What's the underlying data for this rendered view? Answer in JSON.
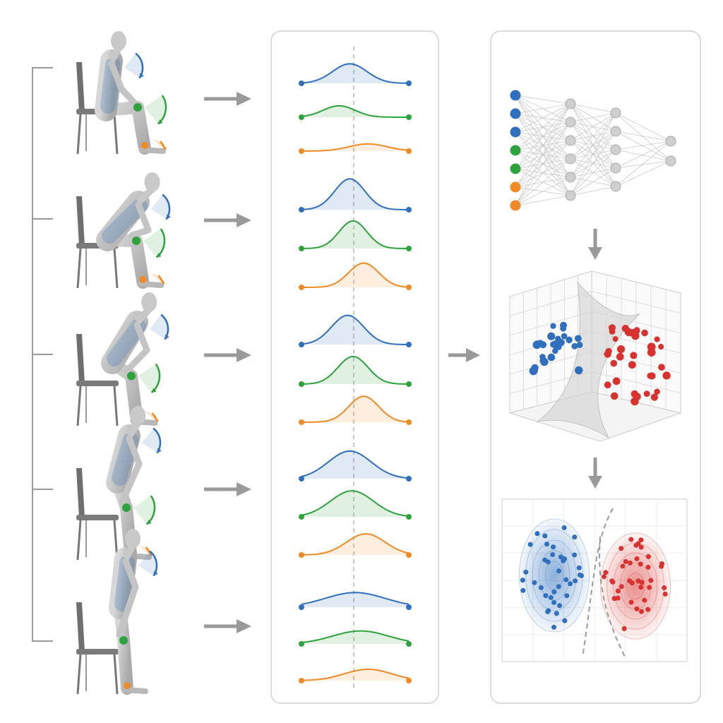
{
  "colors": {
    "blue": "#2f6fbd",
    "green": "#2ea23c",
    "orange": "#f08a24",
    "red": "#d8322f",
    "arrow_gray": "#9a9a9a",
    "panel_border": "#d0d0d0",
    "body_gray": "#bdbdbd",
    "node_gray": "#cfcfcf"
  },
  "icons": {
    "stage_figure": "seated-to-standing-person-icon",
    "chair": "chair-icon",
    "joint_angle_arc": "curved-arrow-icon",
    "flow_arrow": "right-arrow-icon",
    "down_arrow": "down-arrow-icon",
    "network": "neural-network-icon",
    "scatter_3d": "3d-scatter-plot-icon",
    "cluster_plot": "2d-cluster-plot-icon"
  },
  "sit_to_stand_stages": [
    {
      "stage": 1,
      "posture": "seated",
      "joints_highlighted": [
        "trunk",
        "knee",
        "ankle"
      ]
    },
    {
      "stage": 2,
      "posture": "forward-lean",
      "joints_highlighted": [
        "trunk",
        "knee",
        "ankle"
      ]
    },
    {
      "stage": 3,
      "posture": "lift-off",
      "joints_highlighted": [
        "trunk",
        "knee",
        "ankle"
      ]
    },
    {
      "stage": 4,
      "posture": "extension",
      "joints_highlighted": [
        "trunk",
        "knee",
        "ankle"
      ]
    },
    {
      "stage": 5,
      "posture": "standing",
      "joints_highlighted": [
        "trunk"
      ]
    }
  ],
  "distribution_groups": [
    {
      "curves": [
        {
          "series": "blue",
          "amplitude": 0.6,
          "center": 0.45,
          "width": 0.16
        },
        {
          "series": "green",
          "amplitude": 0.35,
          "center": 0.35,
          "width": 0.15
        },
        {
          "series": "orange",
          "amplitude": 0.22,
          "center": 0.62,
          "width": 0.18
        }
      ]
    },
    {
      "curves": [
        {
          "series": "blue",
          "amplitude": 0.95,
          "center": 0.45,
          "width": 0.14
        },
        {
          "series": "green",
          "amplitude": 0.85,
          "center": 0.48,
          "width": 0.13
        },
        {
          "series": "orange",
          "amplitude": 0.75,
          "center": 0.58,
          "width": 0.14
        }
      ]
    },
    {
      "curves": [
        {
          "series": "blue",
          "amplitude": 0.9,
          "center": 0.43,
          "width": 0.15
        },
        {
          "series": "green",
          "amplitude": 0.85,
          "center": 0.48,
          "width": 0.14
        },
        {
          "series": "orange",
          "amplitude": 0.8,
          "center": 0.58,
          "width": 0.14
        }
      ]
    },
    {
      "curves": [
        {
          "series": "blue",
          "amplitude": 0.85,
          "center": 0.45,
          "width": 0.2
        },
        {
          "series": "green",
          "amplitude": 0.8,
          "center": 0.47,
          "width": 0.2
        },
        {
          "series": "orange",
          "amplitude": 0.65,
          "center": 0.6,
          "width": 0.18
        }
      ]
    },
    {
      "curves": [
        {
          "series": "blue",
          "amplitude": 0.45,
          "center": 0.5,
          "width": 0.28
        },
        {
          "series": "green",
          "amplitude": 0.4,
          "center": 0.55,
          "width": 0.26
        },
        {
          "series": "orange",
          "amplitude": 0.35,
          "center": 0.62,
          "width": 0.22
        }
      ]
    }
  ],
  "neural_network": {
    "layers": [
      7,
      6,
      5,
      2
    ],
    "input_colors": [
      "blue",
      "blue",
      "blue",
      "green",
      "green",
      "orange",
      "orange"
    ]
  },
  "feature_space_3d": {
    "classes": [
      "blue",
      "red"
    ],
    "separating_surface": true
  },
  "cluster_plot": {
    "classes": [
      "blue",
      "red"
    ],
    "decision_boundary": "dashed"
  }
}
